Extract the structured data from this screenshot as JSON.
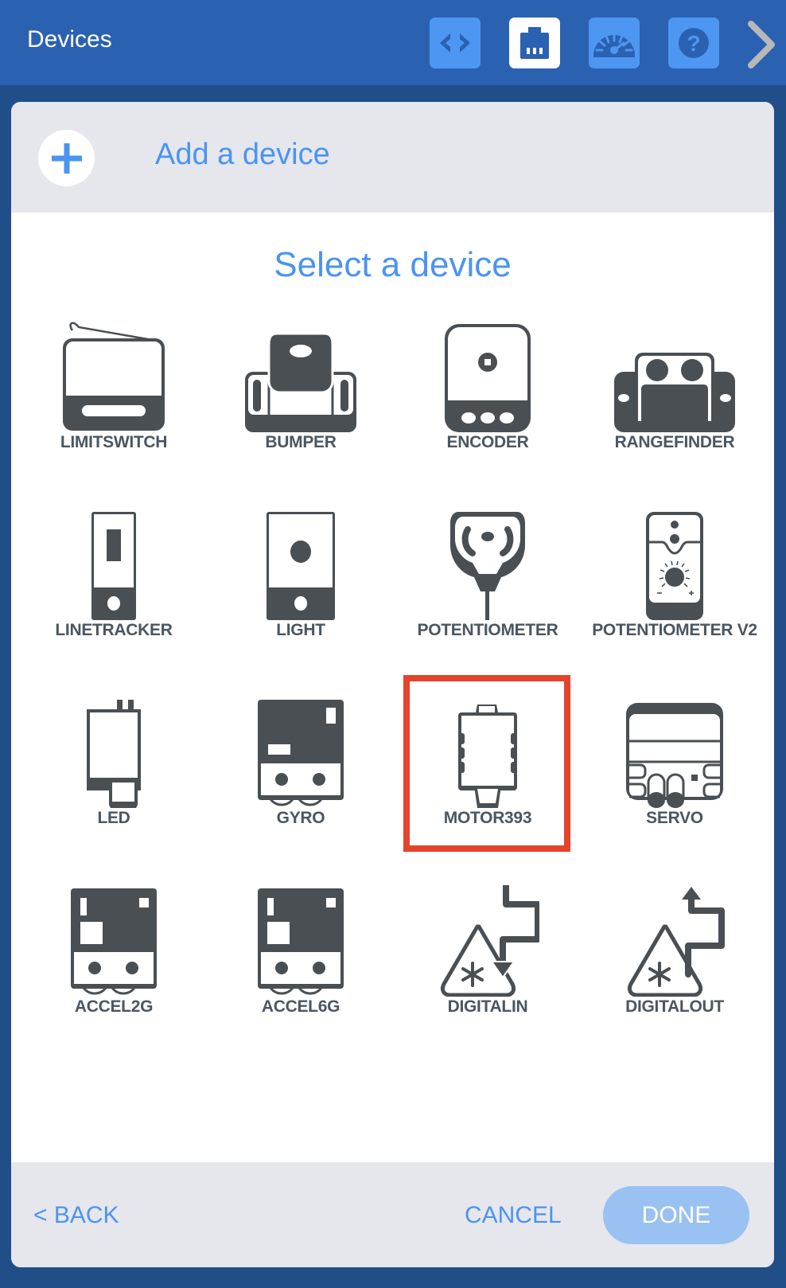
{
  "topbar": {
    "title": "Devices",
    "buttons": [
      {
        "name": "code-icon",
        "active": false
      },
      {
        "name": "devices-port-icon",
        "active": true
      },
      {
        "name": "dashboard-gauge-icon",
        "active": false
      },
      {
        "name": "help-icon",
        "active": false
      }
    ],
    "next_icon": "chevron-right-icon"
  },
  "add_row": {
    "icon": "plus-icon",
    "label": "Add a device"
  },
  "select_title": "Select a device",
  "devices": [
    {
      "id": "limitswitch",
      "label": "LIMITSWITCH"
    },
    {
      "id": "bumper",
      "label": "BUMPER"
    },
    {
      "id": "encoder",
      "label": "ENCODER"
    },
    {
      "id": "rangefinder",
      "label": "RANGEFINDER"
    },
    {
      "id": "linetracker",
      "label": "LINETRACKER"
    },
    {
      "id": "light",
      "label": "LIGHT"
    },
    {
      "id": "potentiometer",
      "label": "POTENTIOMETER"
    },
    {
      "id": "potentiometer-v2",
      "label": "POTENTIOMETER V2"
    },
    {
      "id": "led",
      "label": "LED"
    },
    {
      "id": "gyro",
      "label": "GYRO"
    },
    {
      "id": "motor393",
      "label": "MOTOR393",
      "highlighted": true
    },
    {
      "id": "servo",
      "label": "SERVO"
    },
    {
      "id": "accel2g",
      "label": "ACCEL2G"
    },
    {
      "id": "accel6g",
      "label": "ACCEL6G"
    },
    {
      "id": "digitalin",
      "label": "DIGITALIN"
    },
    {
      "id": "digitalout",
      "label": "DIGITALOUT"
    }
  ],
  "footer": {
    "back_label": "< BACK",
    "cancel_label": "CANCEL",
    "done_label": "DONE"
  },
  "colors": {
    "header": "#2b61b1",
    "background": "#1f4e89",
    "accent": "#4a94f0",
    "icon": "#4a4f54",
    "highlight": "#e5432c",
    "done_disabled": "#99c1f2"
  }
}
